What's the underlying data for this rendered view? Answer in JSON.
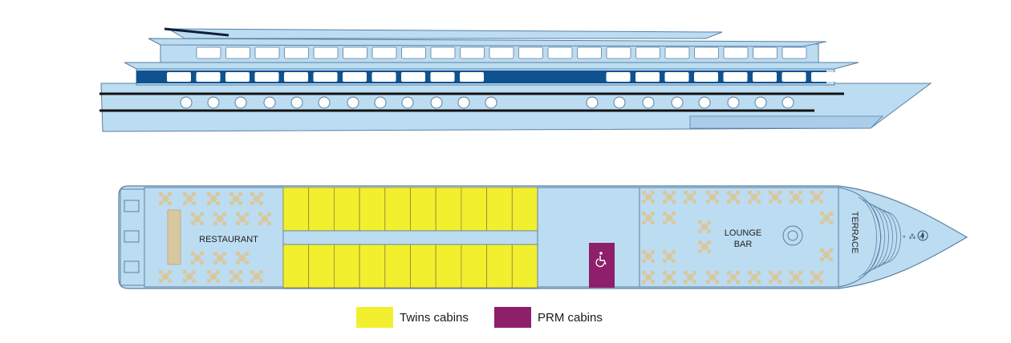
{
  "deck_plan": {
    "labels": {
      "restaurant": "RESTAURANT",
      "lounge_line1": "LOUNGE",
      "lounge_line2": "BAR",
      "terrace": "TERRACE"
    },
    "cabins": {
      "twin_per_row": 10,
      "twin_rows": 2,
      "prm_count": 1
    }
  },
  "legend": [
    {
      "label": "Twins cabins",
      "color": "#f2ef2f"
    },
    {
      "label": "PRM cabins",
      "color": "#8e1f6b"
    }
  ],
  "colors": {
    "hull": "#bcdcf2",
    "outline": "#5a7fa0",
    "dark_window": "#0e5290",
    "furniture": "#d8c8a0"
  },
  "icons": [
    "wheelchair-icon",
    "compass-rose-icon"
  ]
}
